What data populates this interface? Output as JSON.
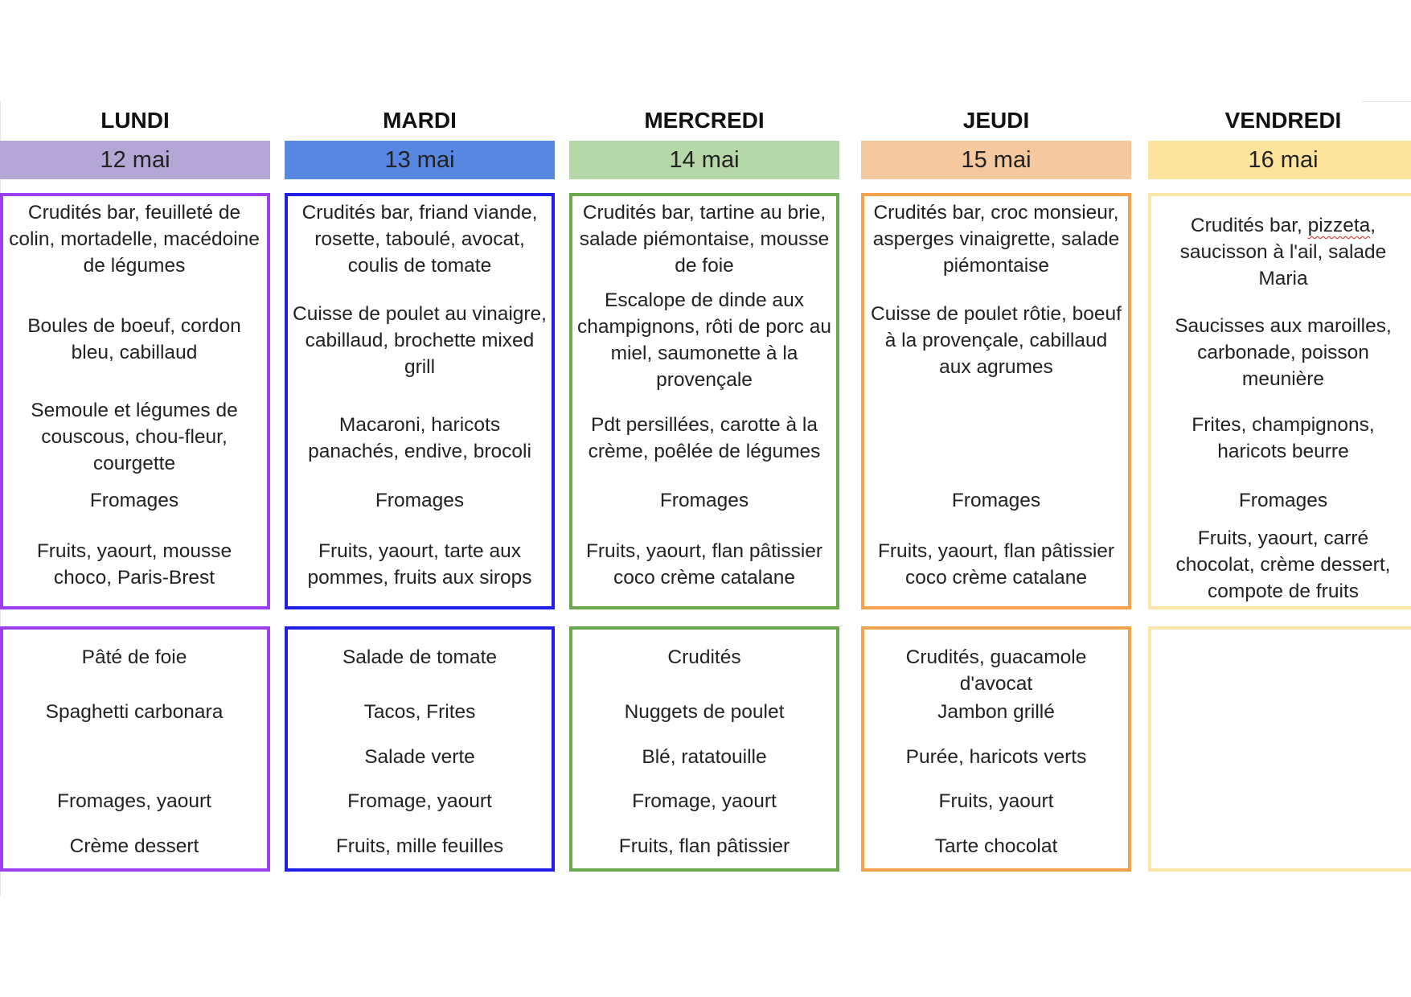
{
  "days": [
    {
      "name": "LUNDI",
      "date": "12 mai",
      "lunch": {
        "starter": "Crudités bar, feuilleté de colin, mortadelle, macédoine de légumes",
        "main": "Boules de boeuf, cordon bleu, cabillaud",
        "sides": "Semoule et légumes de couscous, chou-fleur, courgette",
        "cheese": "Fromages",
        "dessert": "Fruits, yaourt, mousse choco, Paris-Brest"
      },
      "dinner": {
        "starter": "Pâté de foie",
        "main": "Spaghetti carbonara",
        "side": "",
        "dairy": "Fromages, yaourt",
        "dessert": "Crème dessert"
      }
    },
    {
      "name": "MARDI",
      "date": "13 mai",
      "lunch": {
        "starter": "Crudités bar, friand viande, rosette, taboulé, avocat, coulis de tomate",
        "main": "Cuisse de poulet au vinaigre, cabillaud, brochette mixed grill",
        "sides": "Macaroni, haricots panachés, endive, brocoli",
        "cheese": "Fromages",
        "dessert": "Fruits, yaourt, tarte aux pommes, fruits aux sirops"
      },
      "dinner": {
        "starter": "Salade de tomate",
        "main": "Tacos, Frites",
        "side": "Salade verte",
        "dairy": "Fromage, yaourt",
        "dessert": "Fruits, mille feuilles"
      }
    },
    {
      "name": "MERCREDI",
      "date": "14 mai",
      "lunch": {
        "starter": "Crudités bar, tartine au brie, salade piémontaise, mousse de foie",
        "main": "Escalope de dinde aux champignons, rôti de porc au miel, saumonette à la provençale",
        "sides": "Pdt persillées, carotte à la crème, poêlée de légumes",
        "cheese": "Fromages",
        "dessert": "Fruits, yaourt, flan pâtissier coco crème catalane"
      },
      "dinner": {
        "starter": "Crudités",
        "main": "Nuggets de poulet",
        "side": "Blé, ratatouille",
        "dairy": "Fromage, yaourt",
        "dessert": "Fruits, flan pâtissier"
      }
    },
    {
      "name": "JEUDI",
      "date": "15 mai",
      "lunch": {
        "starter": "Crudités bar, croc monsieur, asperges vinaigrette, salade piémontaise",
        "main": "Cuisse de poulet rôtie, boeuf à la provençale, cabillaud aux agrumes",
        "sides": "",
        "cheese": "Fromages",
        "dessert": "Fruits, yaourt, flan pâtissier coco crème catalane"
      },
      "dinner": {
        "starter": "Crudités, guacamole d'avocat",
        "main": "Jambon grillé",
        "side": "Purée, haricots verts",
        "dairy": "Fruits, yaourt",
        "dessert": "Tarte chocolat"
      }
    },
    {
      "name": "VENDREDI",
      "date": "16 mai",
      "lunch": {
        "starter_a": "Crudités bar, ",
        "starter_b": "pizzeta",
        "starter_c": ", saucisson à l'ail, salade Maria",
        "main": "Saucisses aux maroilles, carbonade, poisson meunière",
        "sides": "Frites, champignons, haricots beurre",
        "cheese": "Fromages",
        "dessert": "Fruits, yaourt, carré chocolat, crème dessert, compote de fruits"
      },
      "dinner": {}
    }
  ],
  "colors": {
    "lundi": {
      "bar": "#b4a7d6",
      "border": "#9b3ff0"
    },
    "mardi": {
      "bar": "#5787e0",
      "border": "#1f1fe6"
    },
    "mercredi": {
      "bar": "#b6d7a8",
      "border": "#6aa84f"
    },
    "jeudi": {
      "bar": "#f5c89f",
      "border": "#f2a24a"
    },
    "vendredi": {
      "bar": "#fde49c",
      "border": "#fbe5a8"
    }
  }
}
